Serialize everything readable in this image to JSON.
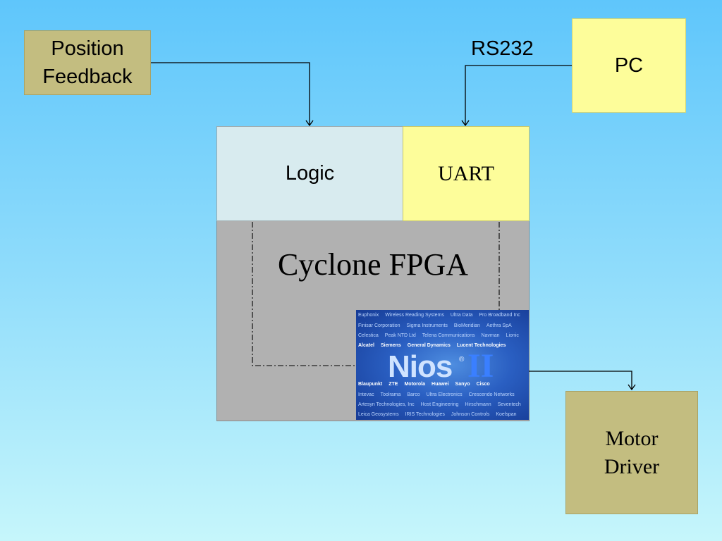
{
  "blocks": {
    "position_feedback": "Position\nFeedback",
    "pc": "PC",
    "logic": "Logic",
    "uart": "UART",
    "fpga": "Cyclone FPGA",
    "motor_driver": "Motor\nDriver"
  },
  "connections": {
    "rs232": "RS232"
  },
  "nios_image": {
    "logo": "Nios",
    "registered": "®",
    "roman": "II",
    "companies": [
      [
        "Euphonix",
        "Wireless Reading Systems",
        "Ultra Data",
        "Pro Broadband Inc"
      ],
      [
        "Finisar Corporation",
        "Sigma Instruments",
        "BioMeridian",
        "Aethra SpA"
      ],
      [
        "Celestica",
        "Peak NTD Ltd",
        "Telena Communications",
        "Navman",
        "Lionic"
      ],
      [
        "Alcatel",
        "Siemens",
        "General Dynamics",
        "Lucent Technologies"
      ],
      [
        "Blaupunkt",
        "ZTE",
        "Motorola",
        "Huawei",
        "Sanyo",
        "Cisco"
      ],
      [
        "Intevac",
        "Toolrama",
        "Barco",
        "Ultra Electronics",
        "Crescendo Networks"
      ],
      [
        "Artesyn Technologies, Inc",
        "Host Engineering",
        "Hirschmann",
        "Seventech"
      ],
      [
        "Leica Geosystems",
        "IRIS Technologies",
        "Johnson Controls",
        "Koelspan"
      ]
    ]
  },
  "colors": {
    "feedback_fill": "#c3bd80",
    "pc_fill": "#fdfd9a",
    "logic_fill": "#d8ebef",
    "fpga_fill": "#b1b1b1"
  }
}
